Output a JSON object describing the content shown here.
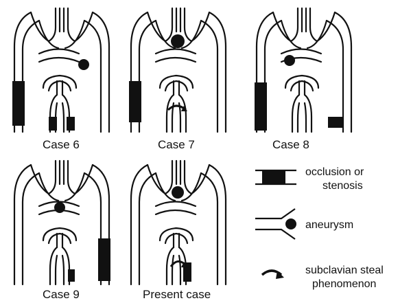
{
  "cases": [
    {
      "id": "case6",
      "label": "Case 6"
    },
    {
      "id": "case7",
      "label": "Case 7"
    },
    {
      "id": "case8",
      "label": "Case 8"
    },
    {
      "id": "case9",
      "label": "Case 9"
    },
    {
      "id": "present",
      "label": "Present case"
    }
  ],
  "legend": {
    "occlusion_line1": "occlusion or",
    "occlusion_line2": "stenosis",
    "aneurysm": "aneurysm",
    "steal_line1": "subclavian steal",
    "steal_line2": "phenomenon"
  }
}
